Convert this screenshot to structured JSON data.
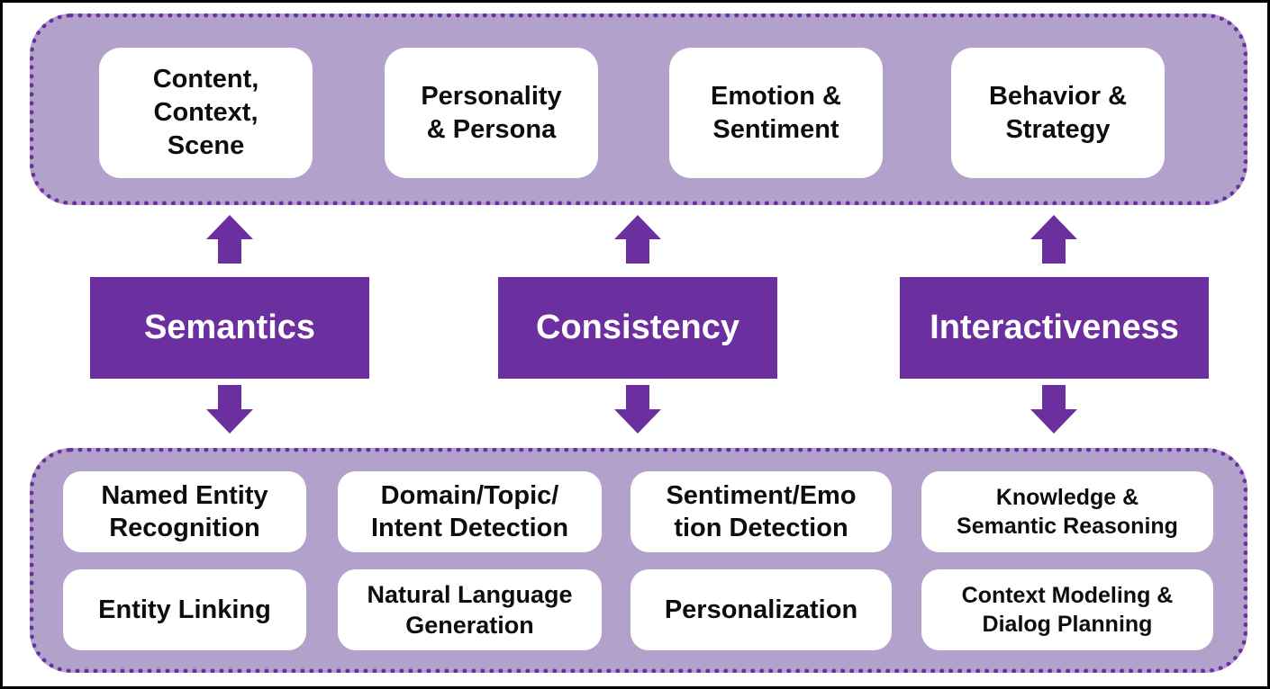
{
  "colors": {
    "pillar_purple": "#6c2fa0",
    "panel_lavender": "#b1a1cb",
    "dotted_border_purple": "#6b2f9f",
    "box_white": "#ffffff",
    "text_dark": "#0d0d0d",
    "text_light": "#ffffff"
  },
  "icons": {
    "up_arrow": "up-arrow-icon",
    "down_arrow": "down-arrow-icon"
  },
  "top_panel": {
    "items": [
      {
        "label": "Content,\nContext,\nScene"
      },
      {
        "label": "Personality\n& Persona"
      },
      {
        "label": "Emotion &\nSentiment"
      },
      {
        "label": "Behavior &\nStrategy"
      }
    ]
  },
  "pillars": [
    {
      "label": "Semantics"
    },
    {
      "label": "Consistency"
    },
    {
      "label": "Interactiveness"
    }
  ],
  "bottom_panel": {
    "row1": [
      {
        "label": "Named Entity\nRecognition"
      },
      {
        "label": "Domain/Topic/\nIntent Detection"
      },
      {
        "label": "Sentiment/Emo\ntion Detection"
      },
      {
        "label": "Knowledge &\nSemantic Reasoning"
      }
    ],
    "row2": [
      {
        "label": "Entity Linking"
      },
      {
        "label": "Natural Language\nGeneration"
      },
      {
        "label": "Personalization"
      },
      {
        "label": "Context Modeling &\nDialog Planning"
      }
    ]
  }
}
